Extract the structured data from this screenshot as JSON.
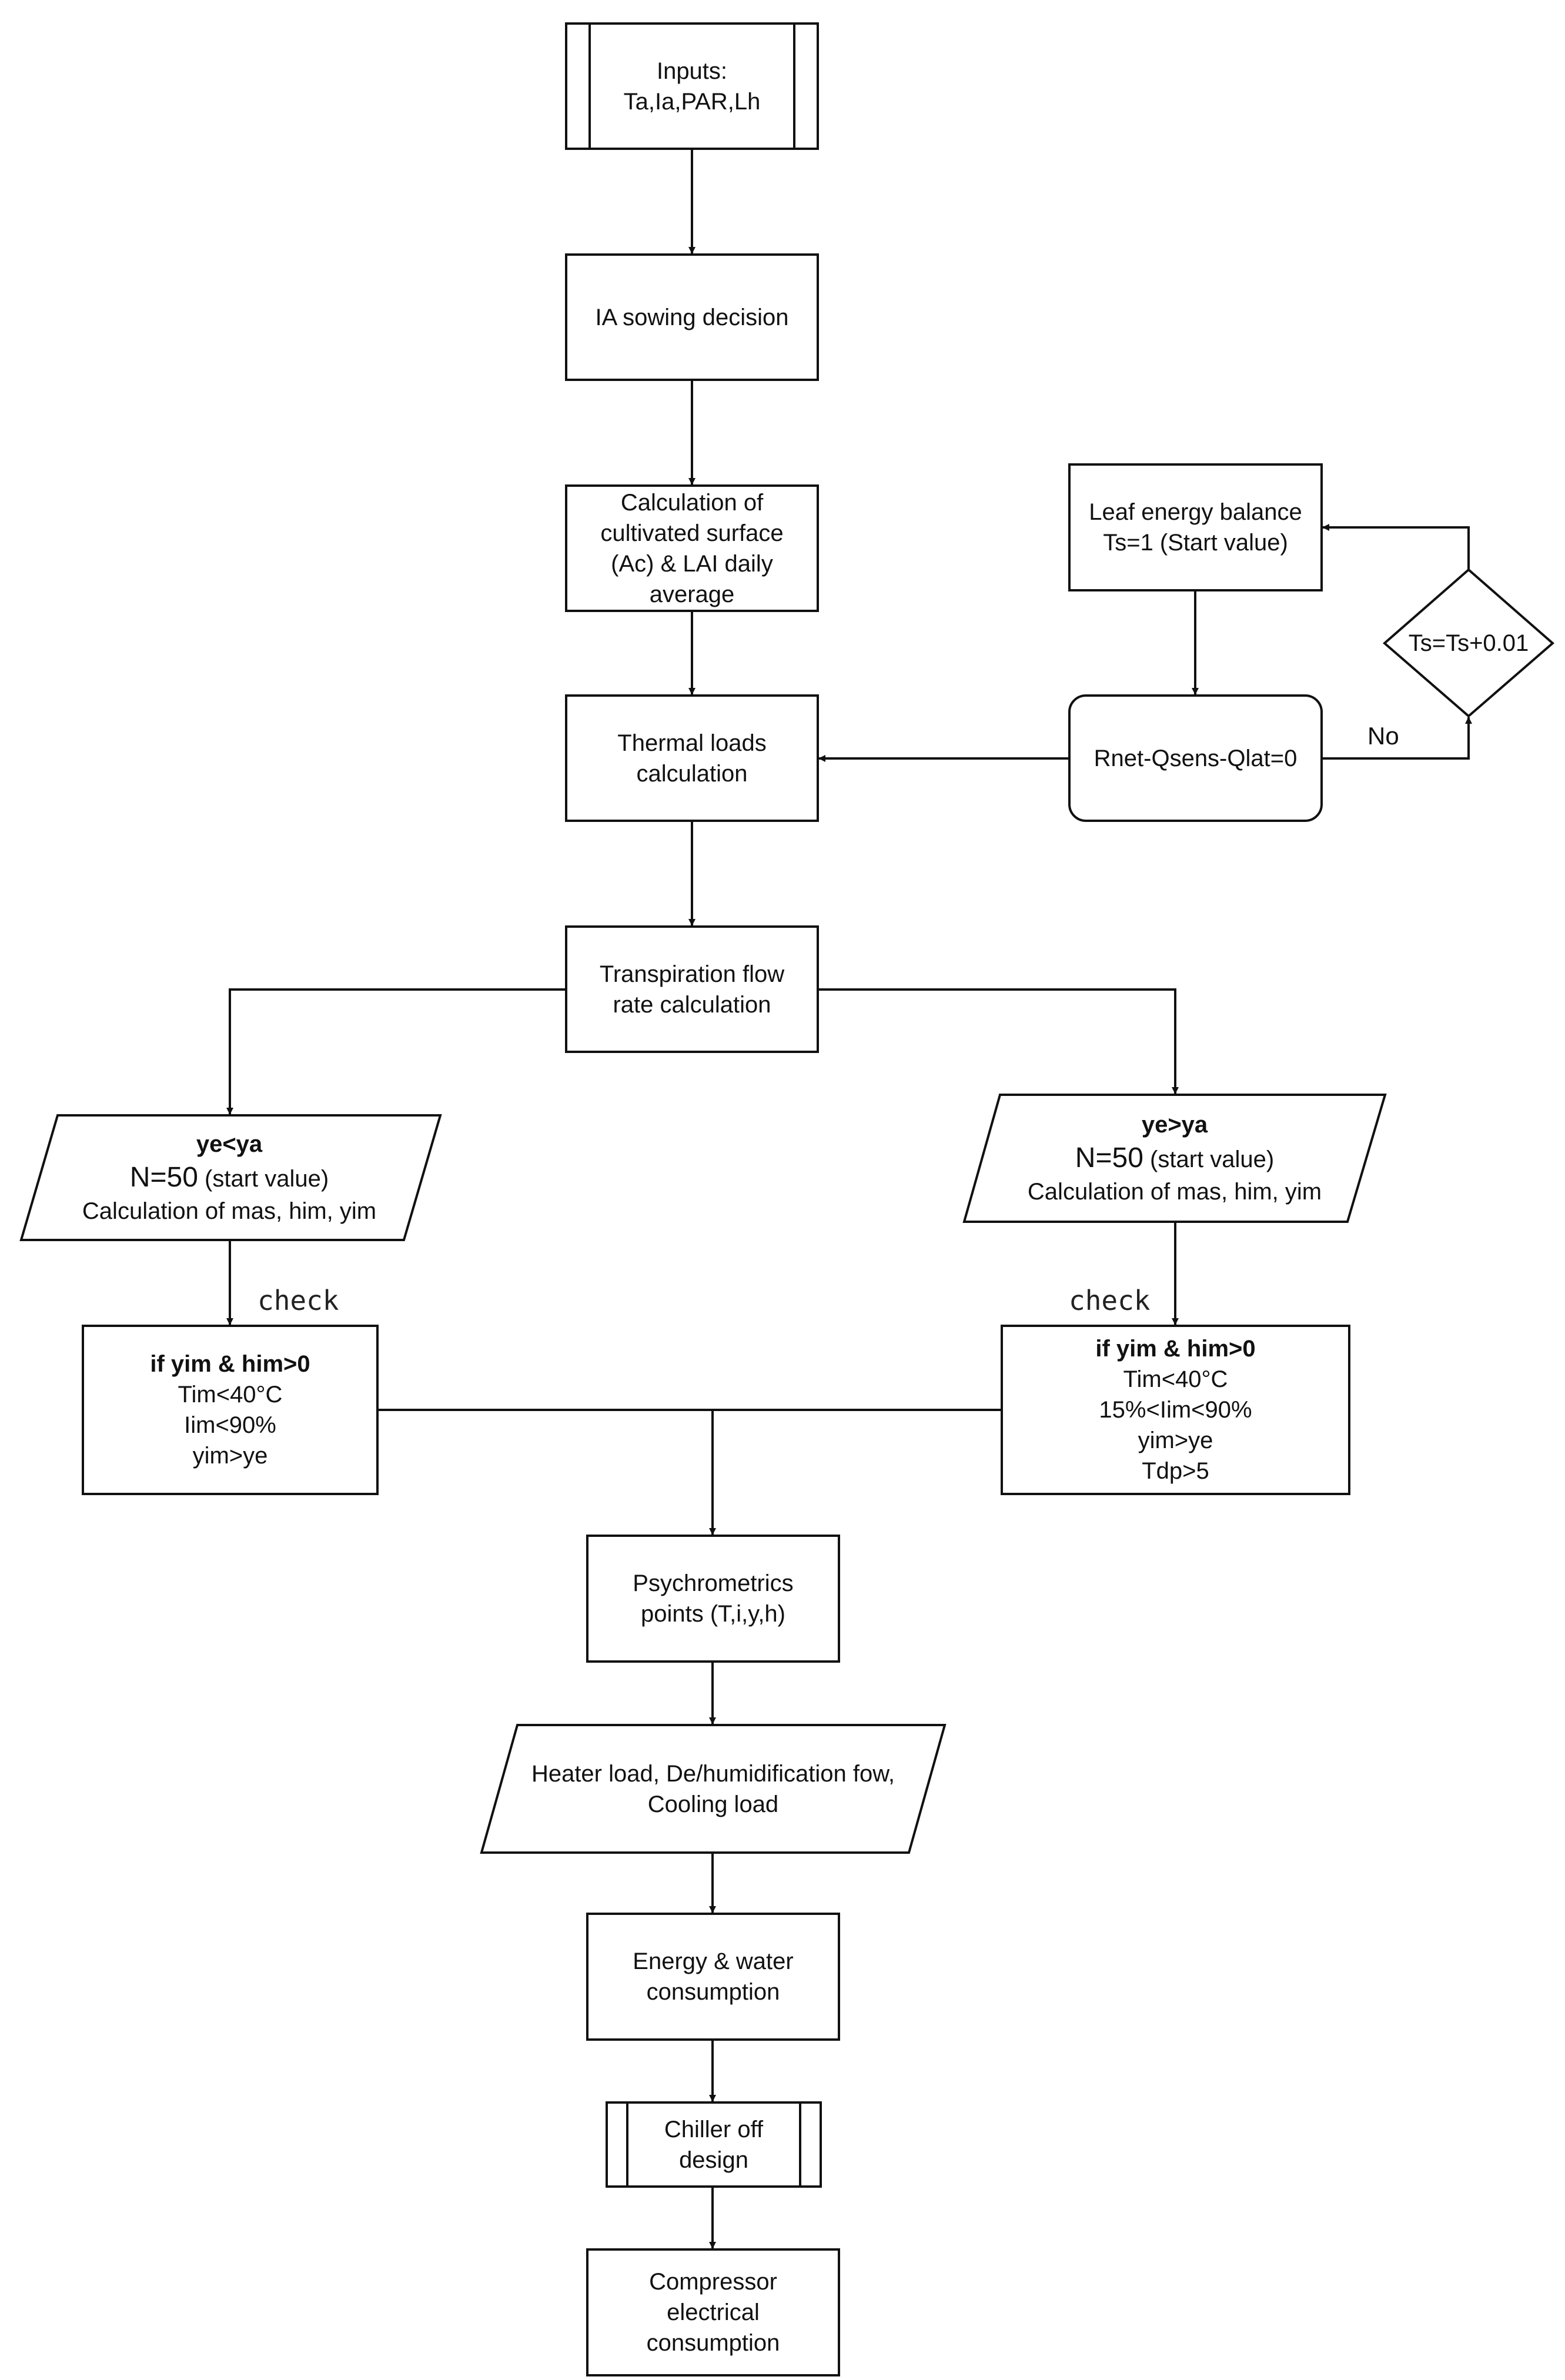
{
  "nodes": {
    "inputs": {
      "line1": "Inputs:",
      "line2": "Ta,Ia,PAR,Lh"
    },
    "sowing": {
      "line1": "IA sowing decision"
    },
    "cultivated": {
      "line1": "Calculation of",
      "line2": "cultivated surface",
      "line3": "(Ac) & LAI daily",
      "line4": "average"
    },
    "thermal": {
      "line1": "Thermal loads",
      "line2": "calculation"
    },
    "transpiration": {
      "line1": "Transpiration flow",
      "line2": "rate calculation"
    },
    "leaf_energy": {
      "line1": "Leaf energy balance",
      "line2": "Ts=1 (Start value)"
    },
    "rnet": {
      "line1": "Rnet-Qsens-Qlat=0"
    },
    "ts_increment": {
      "line1": "Ts=Ts+0.01"
    },
    "left_para": {
      "title": "ye<ya",
      "n_value": "N=50",
      "start": "(start value)",
      "calc": "Calculation of mas, him, yim"
    },
    "right_para": {
      "title": "ye>ya",
      "n_value": "N=50",
      "start": "(start value)",
      "calc": "Calculation of mas, him, yim"
    },
    "left_check": {
      "line1": "if yim & him>0",
      "line2": "Tim<40°C",
      "line3": "Iim<90%",
      "line4": "yim>ye"
    },
    "right_check": {
      "line1": "if yim & him>0",
      "line2": "Tim<40°C",
      "line3": "15%<Iim<90%",
      "line4": "yim>ye",
      "line5": "Tdp>5"
    },
    "psychro": {
      "line1": "Psychrometrics",
      "line2": "points (T,i,y,h)"
    },
    "heater": {
      "line1": "Heater load, De/humidification fow,",
      "line2": "Cooling load"
    },
    "energy": {
      "line1": "Energy & water",
      "line2": "consumption"
    },
    "chiller": {
      "line1": "Chiller off",
      "line2": "design"
    },
    "compressor": {
      "line1": "Compressor",
      "line2": "electrical",
      "line3": "consumption"
    }
  },
  "labels": {
    "no": "No",
    "check_left": "check",
    "check_right": "check"
  }
}
